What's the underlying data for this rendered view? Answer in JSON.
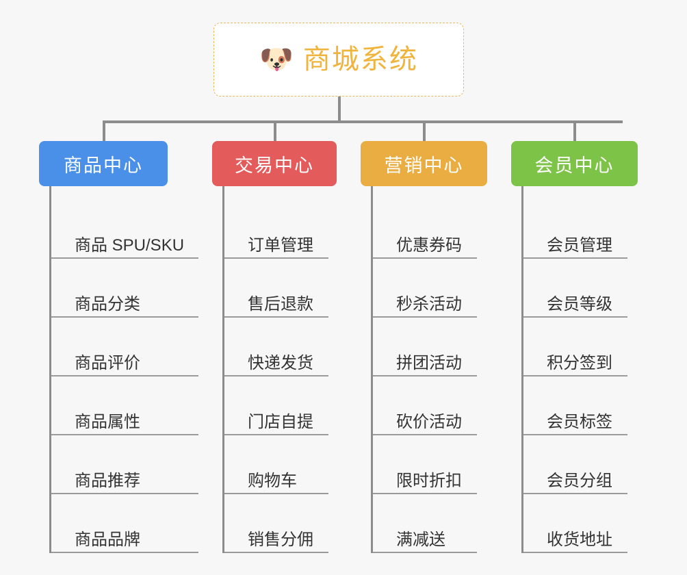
{
  "diagram": {
    "title": "商城系统",
    "root": {
      "icon": "shiba-dog-face-icon",
      "icon_glyph": "🐶",
      "label": "商城系统",
      "text_color": "#f0b43c",
      "border_color": "#e8b85c",
      "background": "#ffffff"
    },
    "background_color": "#f7f7f7",
    "connector_color": "#8c8c8c",
    "leaf_text_color": "#333333",
    "leaf_rule_color": "#9a9a9a",
    "categories": [
      {
        "label": "商品中心",
        "color": "#4a90e8",
        "items": [
          "商品 SPU/SKU",
          "商品分类",
          "商品评价",
          "商品属性",
          "商品推荐",
          "商品品牌"
        ]
      },
      {
        "label": "交易中心",
        "color": "#e35b5b",
        "items": [
          "订单管理",
          "售后退款",
          "快递发货",
          "门店自提",
          "购物车",
          "销售分佣"
        ]
      },
      {
        "label": "营销中心",
        "color": "#eaad42",
        "items": [
          "优惠券码",
          "秒杀活动",
          "拼团活动",
          "砍价活动",
          "限时折扣",
          "满减送"
        ]
      },
      {
        "label": "会员中心",
        "color": "#7cc champions"
      }
    ]
  }
}
